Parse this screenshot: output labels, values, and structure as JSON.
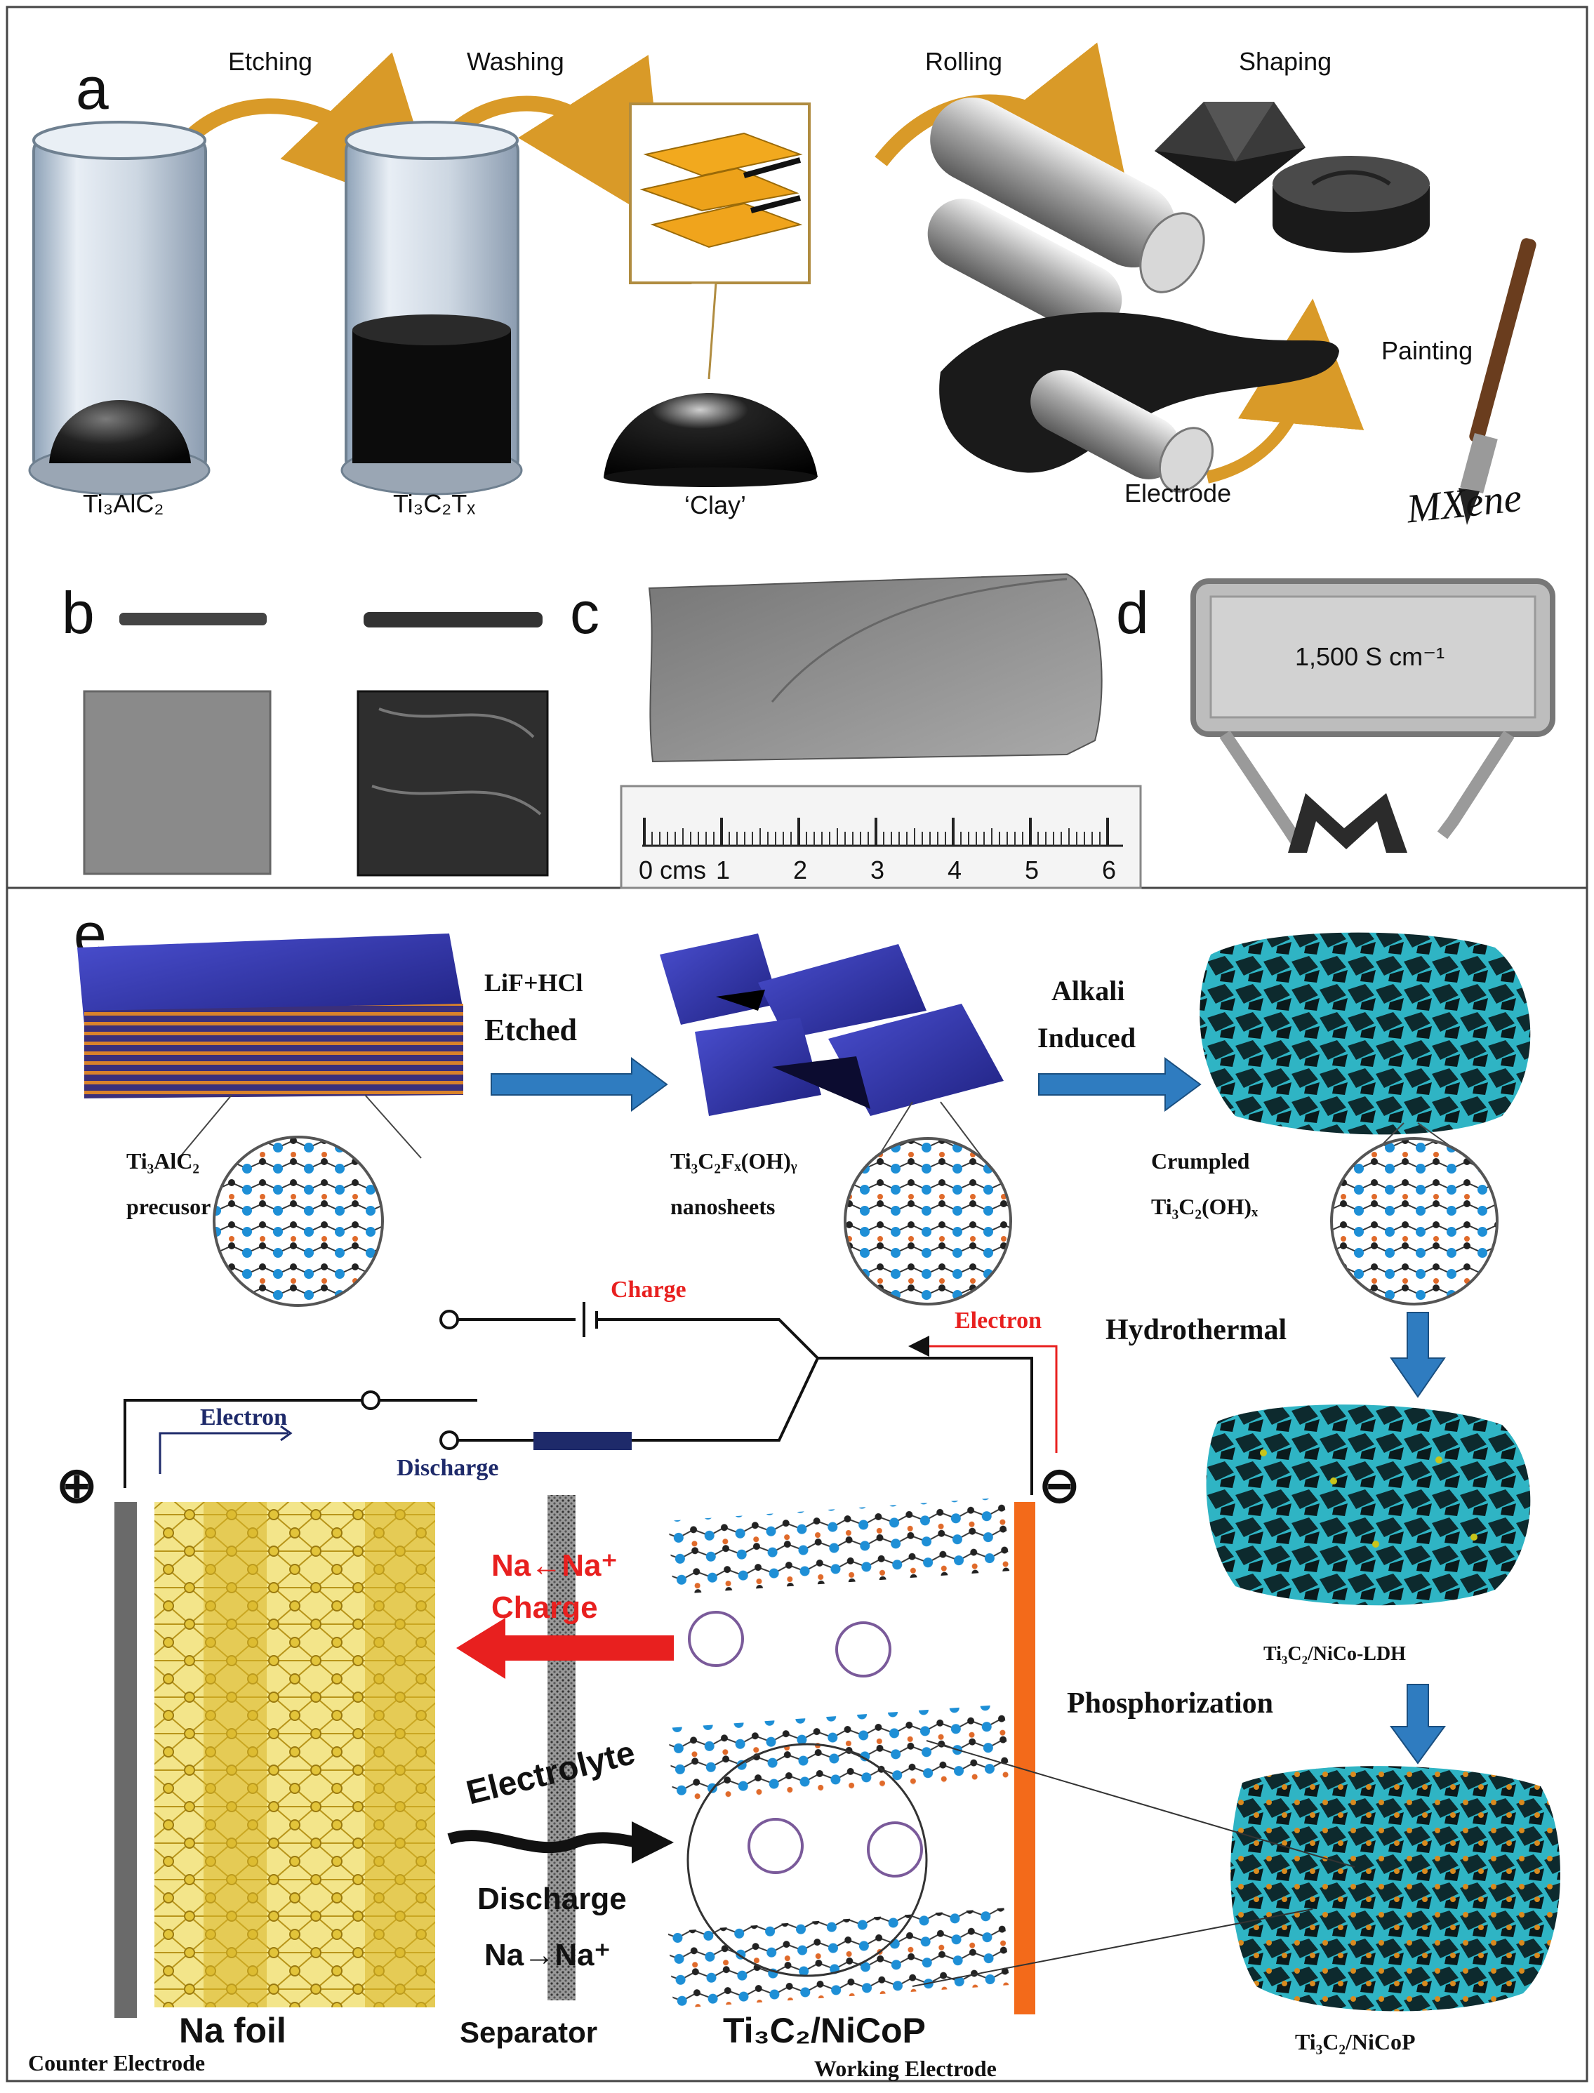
{
  "panel_a": {
    "letter": "a",
    "steps": {
      "etching": "Etching",
      "washing": "Washing",
      "rolling": "Rolling",
      "shaping": "Shaping",
      "painting": "Painting"
    },
    "labels": {
      "ti3alc2": "Ti₃AlC₂",
      "ti3c2tx": "Ti₃C₂Tₓ",
      "clay": "‘Clay’",
      "electrode": "Electrode"
    },
    "handwriting": "MXene"
  },
  "panel_b": {
    "letter": "b"
  },
  "panel_c": {
    "letter": "c",
    "ruler_unit": "0 cms",
    "ruler_ticks": [
      "1",
      "2",
      "3",
      "4",
      "5",
      "6"
    ]
  },
  "panel_d": {
    "letter": "d",
    "display": "1,500 S cm⁻¹"
  },
  "panel_e": {
    "letter": "e",
    "arrow1_top": "LiF+HCl",
    "arrow1_bottom": "Etched",
    "arrow2_top": "Alkali",
    "arrow2_bottom": "Induced",
    "precursor_line1": "Ti₃AlC₂",
    "precursor_line2": "precusor",
    "nanosheets_line1": "Ti₃C₂Fₓ(OH)ᵧ",
    "nanosheets_line2": "nanosheets",
    "crumpled_line1": "Crumpled",
    "crumpled_line2": "Ti₃C₂(OH)ₓ",
    "hydrothermal": "Hydrothermal",
    "ldh": "Ti₃C₂/NiCo-LDH",
    "phosphorization": "Phosphorization",
    "nicop": "Ti₃C₂/NiCoP",
    "circuit": {
      "charge": "Charge",
      "electron_right": "Electron",
      "electron_left": "Electron",
      "discharge": "Discharge",
      "plus": "⊕",
      "minus": "⊖"
    },
    "cell": {
      "na_to_naplus_top": "Na←Na⁺",
      "charge": "Charge",
      "electrolyte": "Electrolyte",
      "discharge": "Discharge",
      "na_to_naplus_bottom": "Na→Na⁺",
      "na_foil": "Na foil",
      "counter_electrode": "Counter Electrode",
      "separator": "Separator",
      "working_material": "Ti₃C₂/NiCoP",
      "working_electrode": "Working Electrode"
    }
  },
  "colors": {
    "arrow_gold": "#d99a28",
    "process_arrow_blue": "#2f7cc0",
    "mxene_teal": "#2fb4c4",
    "sheet_blue": "#2d2fa0",
    "na_foil_yellow": "#d8b62a",
    "working_orange": "#f36a1a",
    "charge_red": "#e8201f",
    "atom_blue": "#1e8fd6"
  }
}
